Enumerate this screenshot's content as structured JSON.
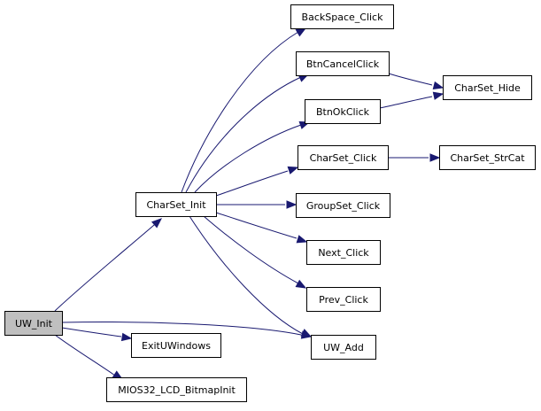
{
  "diagram": {
    "nodes": [
      {
        "id": "uw_init",
        "label": "UW_Init",
        "root": true
      },
      {
        "id": "charset_init",
        "label": "CharSet_Init"
      },
      {
        "id": "exituwindows",
        "label": "ExitUWindows"
      },
      {
        "id": "mios32_lcd_bitmapinit",
        "label": "MIOS32_LCD_BitmapInit"
      },
      {
        "id": "backspace_click",
        "label": "BackSpace_Click"
      },
      {
        "id": "btncancelclick",
        "label": "BtnCancelClick"
      },
      {
        "id": "btnokclick",
        "label": "BtnOkClick"
      },
      {
        "id": "charset_click",
        "label": "CharSet_Click"
      },
      {
        "id": "groupset_click",
        "label": "GroupSet_Click"
      },
      {
        "id": "next_click",
        "label": "Next_Click"
      },
      {
        "id": "prev_click",
        "label": "Prev_Click"
      },
      {
        "id": "uw_add",
        "label": "UW_Add"
      },
      {
        "id": "charset_hide",
        "label": "CharSet_Hide"
      },
      {
        "id": "charset_strcat",
        "label": "CharSet_StrCat"
      }
    ],
    "edges": [
      {
        "from": "uw_init",
        "to": "charset_init"
      },
      {
        "from": "uw_init",
        "to": "exituwindows"
      },
      {
        "from": "uw_init",
        "to": "mios32_lcd_bitmapinit"
      },
      {
        "from": "uw_init",
        "to": "uw_add"
      },
      {
        "from": "charset_init",
        "to": "backspace_click"
      },
      {
        "from": "charset_init",
        "to": "btncancelclick"
      },
      {
        "from": "charset_init",
        "to": "btnokclick"
      },
      {
        "from": "charset_init",
        "to": "charset_click"
      },
      {
        "from": "charset_init",
        "to": "groupset_click"
      },
      {
        "from": "charset_init",
        "to": "next_click"
      },
      {
        "from": "charset_init",
        "to": "prev_click"
      },
      {
        "from": "charset_init",
        "to": "uw_add"
      },
      {
        "from": "btncancelclick",
        "to": "charset_hide"
      },
      {
        "from": "btnokclick",
        "to": "charset_hide"
      },
      {
        "from": "charset_click",
        "to": "charset_strcat"
      }
    ],
    "colors": {
      "edge": "#191970",
      "root_fill": "#bfbfbf",
      "node_fill": "#ffffff",
      "node_stroke": "#000000"
    }
  }
}
